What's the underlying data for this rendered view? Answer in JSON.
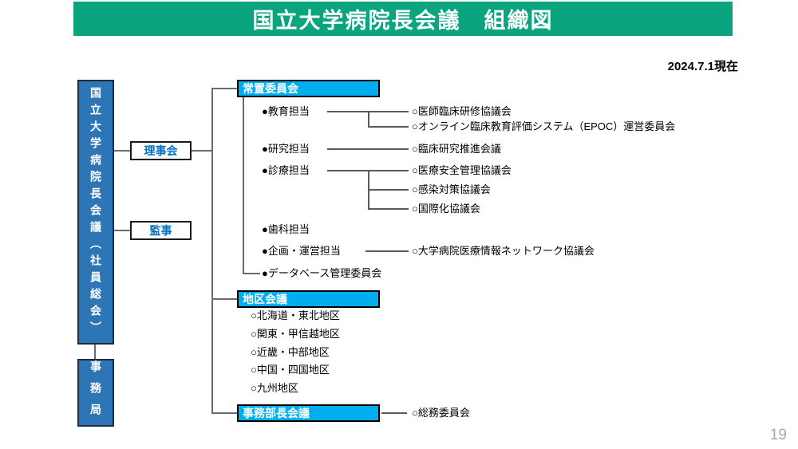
{
  "slide": {
    "title": "国立大学病院長会議　組織図",
    "date_note": "2024.7.1現在",
    "page_number": "19"
  },
  "colors": {
    "banner_green": "#0aa57e",
    "box_blue": "#2e75b6",
    "cyan": "#00aeef",
    "link_blue": "#0070c0",
    "line_gray": "#6b6b6b"
  },
  "org": {
    "root_label": "国立大学病院長会議（社員総会）",
    "secretariat_label": "事務局",
    "board_label": "理事会",
    "auditor_label": "監事",
    "standing_committee": {
      "title": "常置委員会",
      "items": [
        {
          "label": "●教育担当",
          "children": [
            "○医師臨床研修協議会",
            "○オンライン臨床教育評価システム（EPOC）運営委員会"
          ]
        },
        {
          "label": "●研究担当",
          "children": [
            "○臨床研究推進会議"
          ]
        },
        {
          "label": "●診療担当",
          "children": [
            "○医療安全管理協議会",
            "○感染対策協議会",
            "○国際化協議会"
          ]
        },
        {
          "label": "●歯科担当",
          "children": []
        },
        {
          "label": "●企画・運営担当",
          "children": [
            "○大学病院医療情報ネットワーク協議会"
          ]
        },
        {
          "label": "●データベース管理委員会",
          "children": []
        }
      ]
    },
    "regional_meeting": {
      "title": "地区会議",
      "items": [
        "○北海道・東北地区",
        "○関東・甲信越地区",
        "○近畿・中部地区",
        "○中国・四国地区",
        "○九州地区"
      ]
    },
    "admin_directors_meeting": {
      "title": "事務部長会議",
      "children": [
        "○総務委員会"
      ]
    }
  }
}
